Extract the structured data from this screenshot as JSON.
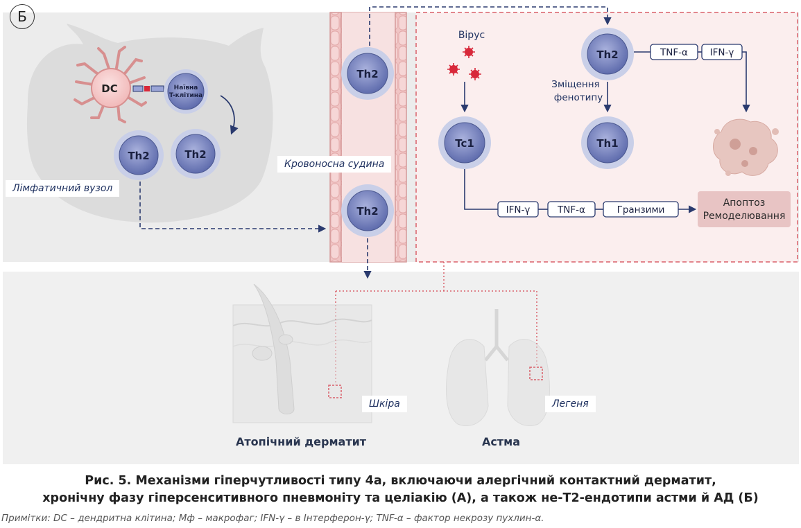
{
  "panel_label": "Б",
  "labels": {
    "lymph_node": "Лімфатичний вузол",
    "blood_vessel": "Кровоносна судина",
    "virus": "Вірус",
    "phenotype_shift_line1": "Зміщення",
    "phenotype_shift_line2": "фенотипу",
    "skin": "Шкіра",
    "lung": "Легеня"
  },
  "cells": {
    "dc": "DC",
    "naive_line1": "Наївна",
    "naive_line2": "T-клітина",
    "th2": "Th2",
    "tc1": "Tc1",
    "th1": "Th1"
  },
  "cytokines": {
    "tnf": "TNF-α",
    "ifn": "IFN-γ",
    "granzymes": "Гранзими"
  },
  "outcome": {
    "line1": "Апоптоз",
    "line2": "Ремоделювання"
  },
  "diseases": {
    "atopic": "Атопічний дерматит",
    "asthma": "Астма"
  },
  "caption": {
    "line1": "Рис. 5. Механізми гіперчутливості типу 4а, включаючи алергічний контактний дерматит,",
    "line2": "хронічну фазу гіперсенситивного пневмоніту та целіакію (А), а також не-Т2-ендотипи астми й АД (Б)"
  },
  "note": "Примітки: DC – дендритна клітина; Мф – макрофаг; IFN-γ – в Інтерферон-γ; TNF-α – фактор некрозу пухлин-α.",
  "colors": {
    "navy": "#2a3a6e",
    "cell_fill": "#6f7bb8",
    "cell_ring": "#c9cfe8",
    "vessel": "#e8b8b8",
    "pink_panel": "#fbeeee",
    "dashed_red": "#d9606a",
    "virus_red": "#d8283a"
  }
}
